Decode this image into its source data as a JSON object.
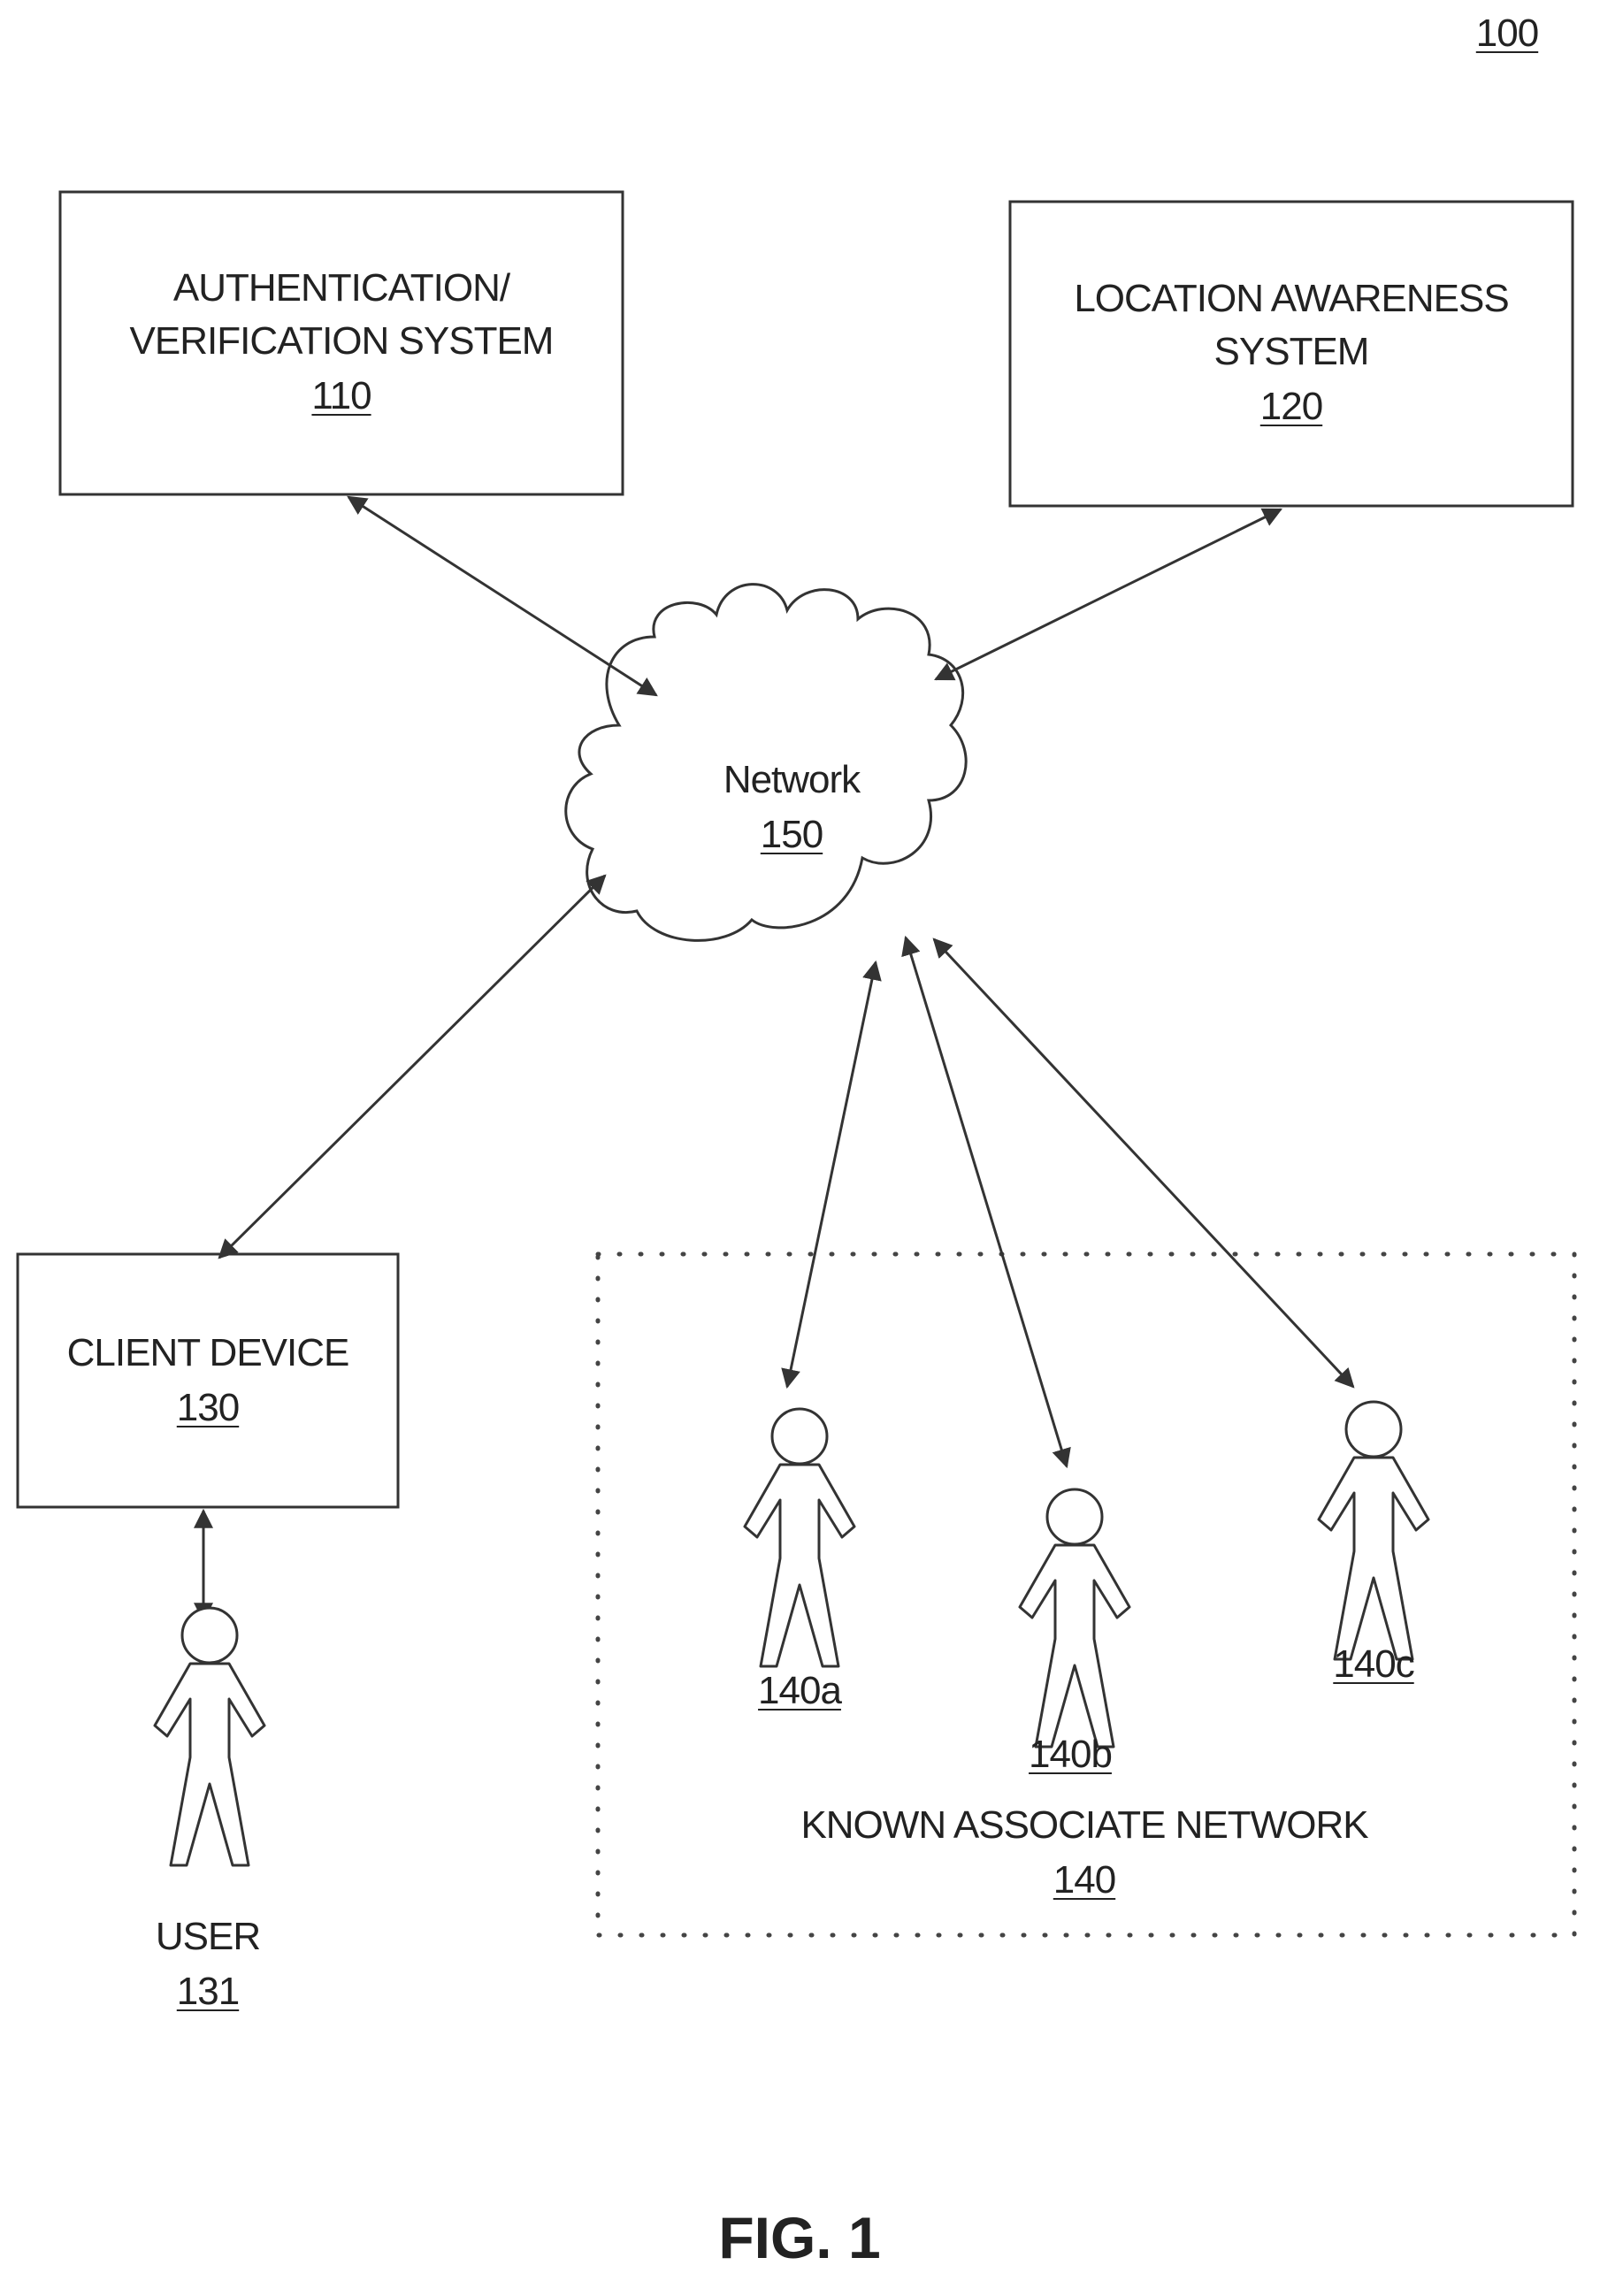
{
  "figure": {
    "ref": "100",
    "caption": "FIG. 1"
  },
  "nodes": {
    "auth": {
      "line1": "AUTHENTICATION/",
      "line2": "VERIFICATION SYSTEM",
      "ref": "110"
    },
    "location": {
      "line1": "LOCATION AWARENESS",
      "line2": "SYSTEM",
      "ref": "120"
    },
    "network": {
      "label": "Network",
      "ref": "150"
    },
    "client": {
      "label": "CLIENT DEVICE",
      "ref": "130"
    },
    "user": {
      "label": "USER",
      "ref": "131"
    },
    "associate_network": {
      "label": "KNOWN ASSOCIATE NETWORK",
      "ref": "140"
    },
    "associates": [
      {
        "ref": "140a"
      },
      {
        "ref": "140b"
      },
      {
        "ref": "140c"
      }
    ]
  },
  "colors": {
    "stroke": "#333333",
    "text": "#222222",
    "background": "#ffffff"
  }
}
